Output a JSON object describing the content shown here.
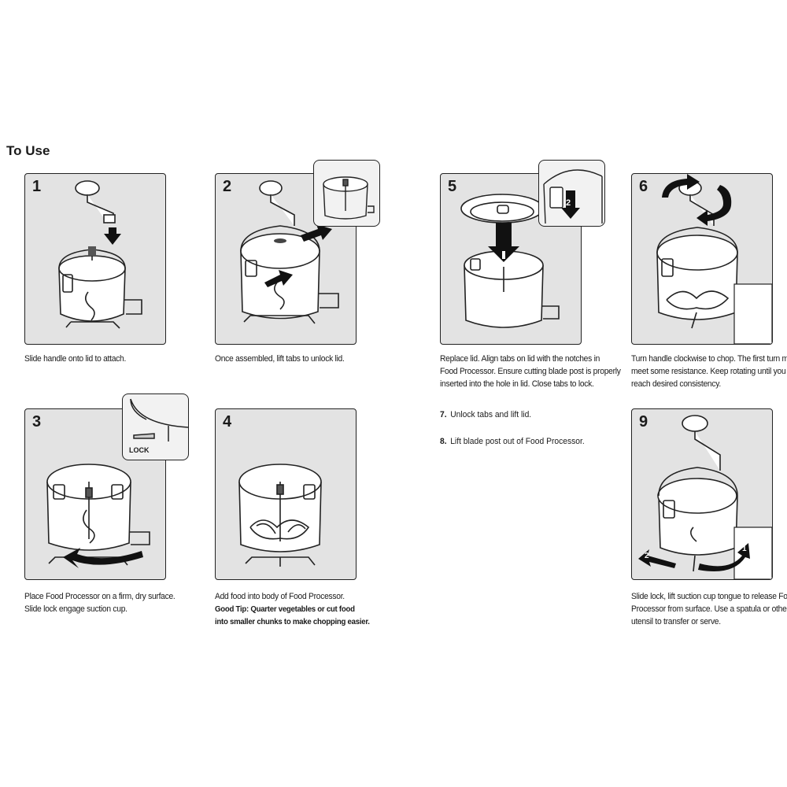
{
  "page": {
    "title": "To Use"
  },
  "steps": [
    {
      "number": "1",
      "lines": [
        "Slide handle onto lid to attach."
      ]
    },
    {
      "number": "2",
      "lines": [
        "Once assembled, lift tabs to unlock lid."
      ]
    },
    {
      "number": "3",
      "lines": [
        "Place Food Processor on a firm, dry surface.",
        "Slide lock engage suction cup."
      ],
      "inset_label": "LOCK"
    },
    {
      "number": "4",
      "lines": [
        "Add food into body of Food Processor."
      ],
      "tip_lines": [
        "Good Tip: Quarter vegetables or cut food",
        "into smaller chunks to make chopping easier."
      ]
    },
    {
      "number": "5",
      "lines": [
        "Replace lid. Align tabs on lid with the notches in",
        "Food Processor. Ensure cutting blade post is properly",
        "inserted into the hole in lid. Close tabs to lock."
      ],
      "inset_marker": "2"
    },
    {
      "number": "6",
      "lines": [
        "Turn handle clockwise to chop. The first turn may",
        "meet some resistance. Keep rotating until you",
        "reach desired consistency."
      ]
    },
    {
      "number": "7",
      "lines": [
        "Unlock tabs and lift lid."
      ]
    },
    {
      "number": "8",
      "lines": [
        "Lift blade post out of Food Processor."
      ]
    },
    {
      "number": "9",
      "lines": [
        "Slide lock, lift suction cup tongue to release Food",
        "Processor from surface. Use a spatula or other",
        "utensil to transfer or serve."
      ],
      "arrow_markers": [
        "2",
        "1"
      ]
    }
  ]
}
